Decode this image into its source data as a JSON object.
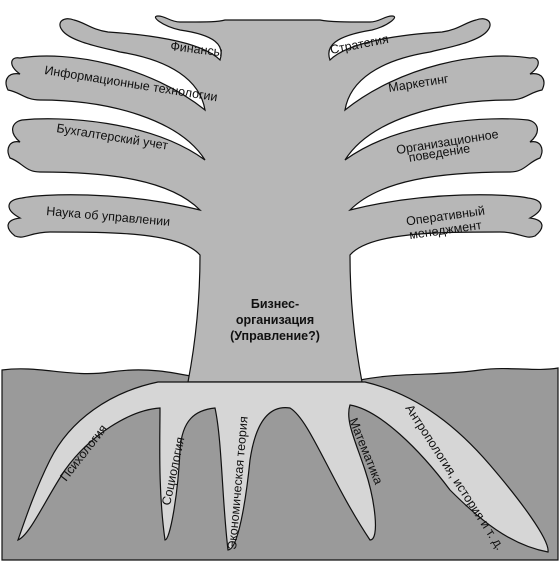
{
  "colors": {
    "tree_fill": "#b7b7b7",
    "root_fill": "#d6d6d6",
    "ground_fill": "#9a9a9a",
    "outline": "#111111"
  },
  "trunk": {
    "line1": "Бизнес-",
    "line2": "организация",
    "line3": "(Управление?)"
  },
  "branches_left": [
    {
      "label": "Финансы"
    },
    {
      "label": "Информационные технологии"
    },
    {
      "label": "Бухгалтерский учет"
    },
    {
      "label": "Наука об управлении"
    }
  ],
  "branches_right": [
    {
      "label": "Стратегия"
    },
    {
      "label": "Маркетинг"
    },
    {
      "line1": "Организационное",
      "line2": "поведение"
    },
    {
      "line1": "Оперативный",
      "line2": "менеджмент"
    }
  ],
  "roots": [
    {
      "label": "Психология"
    },
    {
      "label": "Социология"
    },
    {
      "label": "Экономическая теория"
    },
    {
      "label": "Математика"
    },
    {
      "label": "Антропология, история и т. д."
    }
  ]
}
